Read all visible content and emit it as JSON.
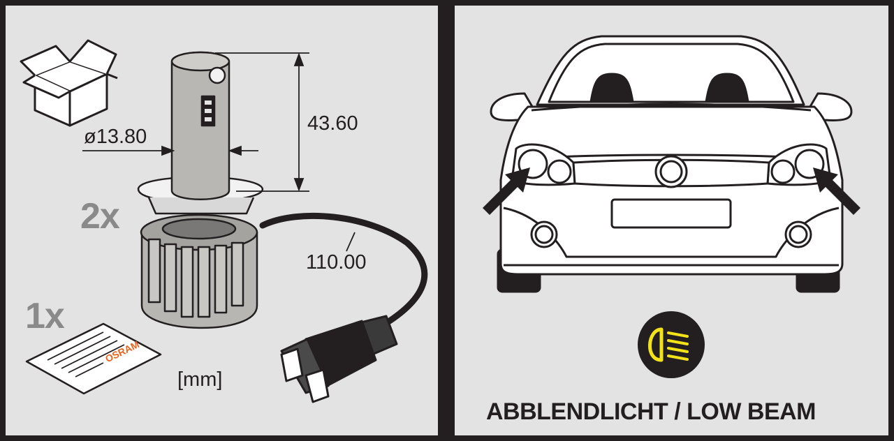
{
  "left_panel": {
    "bulb_diameter": "ø13.80",
    "bulb_height": "43.60",
    "cable_length": "110.00",
    "bulb_quantity": "2x",
    "leaflet_quantity": "1x",
    "leaflet_brand": "OSRAM",
    "unit_label": "[mm]",
    "icons": [
      "box-icon",
      "led-bulb",
      "instruction-leaflet",
      "h7-plug"
    ]
  },
  "right_panel": {
    "caption": "ABBLENDLICHT / LOW BEAM",
    "icons": [
      "car-front",
      "low-beam-icon",
      "arrow-left",
      "arrow-right"
    ],
    "colors": {
      "low_beam_symbol": "#f2e21a",
      "low_beam_disc": "#231f20"
    }
  },
  "colors": {
    "panel_bg": "#e3e3e3",
    "frame": "#231f20",
    "brand": "#e8631c"
  }
}
